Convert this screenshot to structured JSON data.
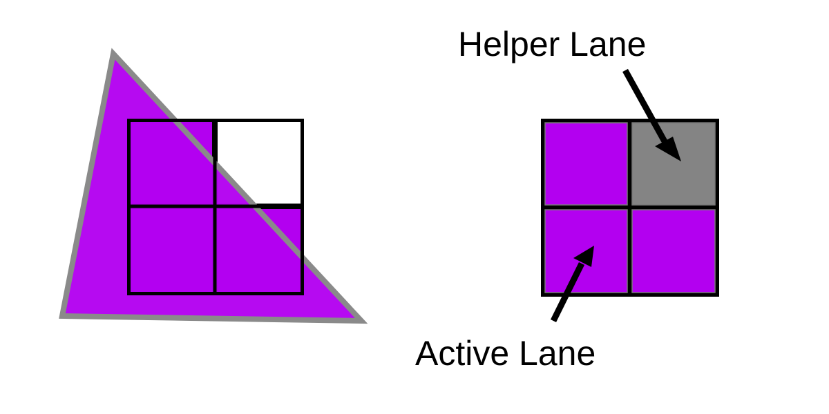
{
  "labels": {
    "helper_lane": "Helper Lane",
    "active_lane": "Active Lane"
  },
  "colors": {
    "background": "#ffffff",
    "covered_pixel": "#b300f0",
    "helper_pixel": "#848484",
    "uncovered_pixel": "#ffffff",
    "triangle_fill": "#b300f0",
    "triangle_stroke": "#8a8a8a",
    "grid_line": "#000000",
    "arrow": "#000000"
  },
  "left_quad": {
    "pixels": [
      "covered",
      "uncovered",
      "covered",
      "covered"
    ]
  },
  "right_quad": {
    "pixels": [
      "active",
      "helper",
      "active",
      "active"
    ]
  }
}
